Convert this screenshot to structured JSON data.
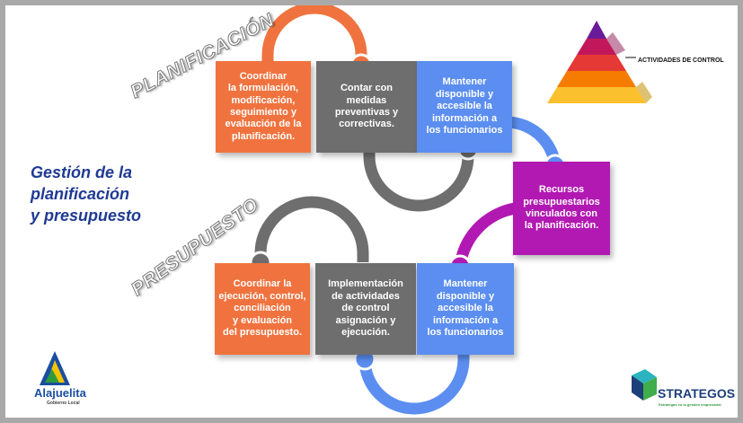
{
  "title": "Gestión de la\nplanificación\ny presupuesto",
  "section_labels": {
    "planning": "PLANIFICACIÓN",
    "budget": "PRESUPUESTO"
  },
  "planning_steps": [
    {
      "text": "Coordinar\nla formulación,\nmodificación,\nseguimiento y\nevaluación de la\nplanificación.",
      "color": "#f0733f"
    },
    {
      "text": "Contar con\nmedidas\npreventivas y\ncorrectivas.",
      "color": "#6e6e6e"
    },
    {
      "text": "Mantener\ndisponible y\naccesible la\ninformación a\nlos funcionarios",
      "color": "#5b8ef0"
    }
  ],
  "link_step": {
    "text": "Recursos\npresupuestarios\nvinculados con\nla planificación.",
    "color": "#b219b2"
  },
  "budget_steps": [
    {
      "text": "Coordinar la\nejecución, control,\nconciliación\ny evaluación\ndel presupuesto.",
      "color": "#f0733f"
    },
    {
      "text": "Implementación\nde actividades\nde control\nasignación y\nejecución.",
      "color": "#6e6e6e"
    },
    {
      "text": "Mantener\ndisponible y\naccesible la\ninformación a\nlos funcionarios",
      "color": "#5b8ef0"
    }
  ],
  "pyramid": {
    "label": "ACTIVIDADES DE CONTROL",
    "layer_colors": [
      "#6a1b9a",
      "#c2185b",
      "#e53935",
      "#f57c00",
      "#fbc02d"
    ]
  },
  "logos": {
    "left": {
      "name": "Alajuelita",
      "tagline": "Gobierno Local"
    },
    "right": {
      "name": "STRATEGOS",
      "tagline": "Estrategas en la gestión empresarial"
    }
  }
}
